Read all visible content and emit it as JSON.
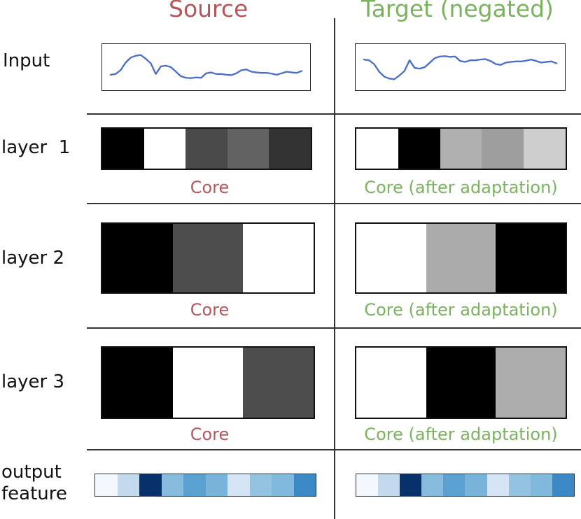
{
  "titles": {
    "source": "Source",
    "target": "Target (negated)",
    "source_color": "#b5575a",
    "target_color": "#7ab35e"
  },
  "row_labels": {
    "input": "Input",
    "layer1": "layer  1",
    "layer2": "layer 2",
    "layer3": "layer 3",
    "output": "output\nfeature"
  },
  "captions": {
    "source_core": "Core",
    "target_core": "Core (after adaptation)"
  },
  "input_signal": {
    "color": "#4a6fc9",
    "source": [
      0.3,
      0.32,
      0.42,
      0.62,
      0.75,
      0.8,
      0.82,
      0.72,
      0.6,
      0.32,
      0.52,
      0.54,
      0.5,
      0.38,
      0.26,
      0.22,
      0.21,
      0.23,
      0.22,
      0.34,
      0.36,
      0.32,
      0.32,
      0.3,
      0.29,
      0.34,
      0.42,
      0.44,
      0.38,
      0.36,
      0.35,
      0.35,
      0.33,
      0.3,
      0.34,
      0.38,
      0.36,
      0.35,
      0.4
    ],
    "target": [
      0.7,
      0.68,
      0.58,
      0.38,
      0.25,
      0.2,
      0.18,
      0.28,
      0.4,
      0.68,
      0.48,
      0.46,
      0.5,
      0.62,
      0.74,
      0.78,
      0.79,
      0.77,
      0.78,
      0.66,
      0.64,
      0.68,
      0.68,
      0.7,
      0.71,
      0.66,
      0.58,
      0.56,
      0.62,
      0.64,
      0.65,
      0.65,
      0.67,
      0.7,
      0.66,
      0.62,
      0.64,
      0.65,
      0.6
    ]
  },
  "cores": {
    "layer1": {
      "source": [
        "#000000",
        "#ffffff",
        "#4a4a4a",
        "#626262",
        "#323232"
      ],
      "target": [
        "#ffffff",
        "#000000",
        "#b0b0b0",
        "#9e9e9e",
        "#cecece"
      ]
    },
    "layer2": {
      "source": [
        "#000000",
        "#4d4d4d",
        "#ffffff"
      ],
      "target": [
        "#ffffff",
        "#ababab",
        "#000000"
      ]
    },
    "layer3": {
      "source": [
        "#000000",
        "#ffffff",
        "#4d4d4d"
      ],
      "target": [
        "#ffffff",
        "#000000",
        "#adadad"
      ]
    }
  },
  "output_features": {
    "source": [
      "#f3f8fe",
      "#c3d9ee",
      "#08306b",
      "#86bbdd",
      "#5aa1d2",
      "#78b3da",
      "#d5e4f4",
      "#93c3e0",
      "#80b9dc",
      "#3b88c6"
    ],
    "target": [
      "#f3f8fe",
      "#c3d9ee",
      "#08306b",
      "#86bbdd",
      "#5aa1d2",
      "#78b3da",
      "#d5e4f4",
      "#93c3e0",
      "#80b9dc",
      "#3b88c6"
    ]
  }
}
